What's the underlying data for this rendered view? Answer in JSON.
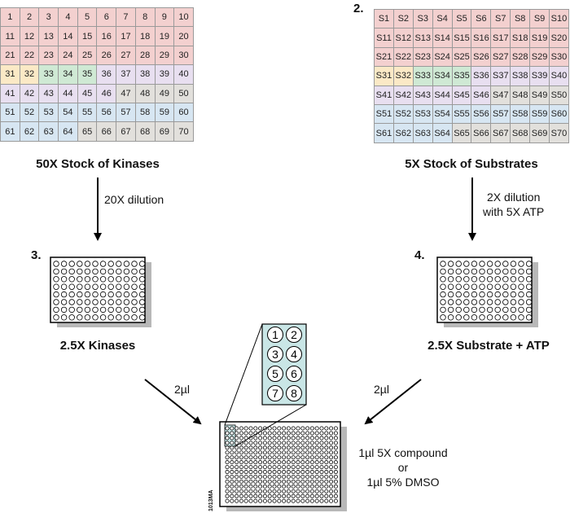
{
  "kinase_grid": {
    "rows": [
      [
        "1",
        "2",
        "3",
        "4",
        "5",
        "6",
        "7",
        "8",
        "9",
        "10"
      ],
      [
        "11",
        "12",
        "13",
        "14",
        "15",
        "16",
        "17",
        "18",
        "19",
        "20"
      ],
      [
        "21",
        "22",
        "23",
        "24",
        "25",
        "26",
        "27",
        "28",
        "29",
        "30"
      ],
      [
        "31",
        "32",
        "33",
        "34",
        "35",
        "36",
        "37",
        "38",
        "39",
        "40"
      ],
      [
        "41",
        "42",
        "43",
        "44",
        "45",
        "46",
        "47",
        "48",
        "49",
        "50"
      ],
      [
        "51",
        "52",
        "53",
        "54",
        "55",
        "56",
        "57",
        "58",
        "59",
        "60"
      ],
      [
        "61",
        "62",
        "63",
        "64",
        "65",
        "66",
        "67",
        "68",
        "69",
        "70"
      ]
    ],
    "caption": "50X Stock of Kinases"
  },
  "substrate_grid": {
    "step": "2.",
    "rows": [
      [
        "S1",
        "S2",
        "S3",
        "S4",
        "S5",
        "S6",
        "S7",
        "S8",
        "S9",
        "S10"
      ],
      [
        "S11",
        "S12",
        "S13",
        "S14",
        "S15",
        "S16",
        "S17",
        "S18",
        "S19",
        "S20"
      ],
      [
        "S21",
        "S22",
        "S23",
        "S24",
        "S25",
        "S26",
        "S27",
        "S28",
        "S29",
        "S30"
      ],
      [
        "S31",
        "S32",
        "S33",
        "S34",
        "S35",
        "S36",
        "S37",
        "S38",
        "S39",
        "S40"
      ],
      [
        "S41",
        "S42",
        "S43",
        "S44",
        "S45",
        "S46",
        "S47",
        "S48",
        "S49",
        "S50"
      ],
      [
        "S51",
        "S52",
        "S53",
        "S54",
        "S55",
        "S56",
        "S57",
        "S58",
        "S59",
        "S60"
      ],
      [
        "S61",
        "S62",
        "S63",
        "S64",
        "S65",
        "S66",
        "S67",
        "S68",
        "S69",
        "S70"
      ]
    ],
    "caption": "5X Stock of Substrates"
  },
  "cell_colors": {
    "red": "#f3d0cf",
    "yellow": "#fbe9c6",
    "green": "#cfe9d4",
    "lavender": "#e8dff0",
    "gray": "#e2e0dc",
    "blue": "#d7e6f2",
    "rows": [
      [
        "red",
        "red",
        "red",
        "red",
        "red",
        "red",
        "red",
        "red",
        "red",
        "red"
      ],
      [
        "red",
        "red",
        "red",
        "red",
        "red",
        "red",
        "red",
        "red",
        "red",
        "red"
      ],
      [
        "red",
        "red",
        "red",
        "red",
        "red",
        "red",
        "red",
        "red",
        "red",
        "red"
      ],
      [
        "yellow",
        "yellow",
        "green",
        "green",
        "green",
        "lavender",
        "lavender",
        "lavender",
        "lavender",
        "lavender"
      ],
      [
        "lavender",
        "lavender",
        "lavender",
        "lavender",
        "lavender",
        "lavender",
        "gray",
        "gray",
        "gray",
        "gray"
      ],
      [
        "blue",
        "blue",
        "blue",
        "blue",
        "blue",
        "blue",
        "blue",
        "blue",
        "blue",
        "blue"
      ],
      [
        "blue",
        "blue",
        "blue",
        "blue",
        "gray",
        "gray",
        "gray",
        "gray",
        "gray",
        "gray"
      ]
    ]
  },
  "left_dilution": "20X dilution",
  "right_dilution": [
    "2X dilution",
    "with 5X ATP"
  ],
  "kinase_plate": {
    "step": "3.",
    "caption": "2.5X Kinases"
  },
  "substrate_plate": {
    "step": "4.",
    "caption": "2.5X Substrate + ATP"
  },
  "left_transfer": "2µl",
  "right_transfer": "2µl",
  "inset_wells": [
    "1",
    "2",
    "3",
    "4",
    "5",
    "6",
    "7",
    "8"
  ],
  "compound_note": [
    "1µl 5X compound",
    "or",
    "1µl 5% DMSO"
  ],
  "side_code": "1013MA"
}
